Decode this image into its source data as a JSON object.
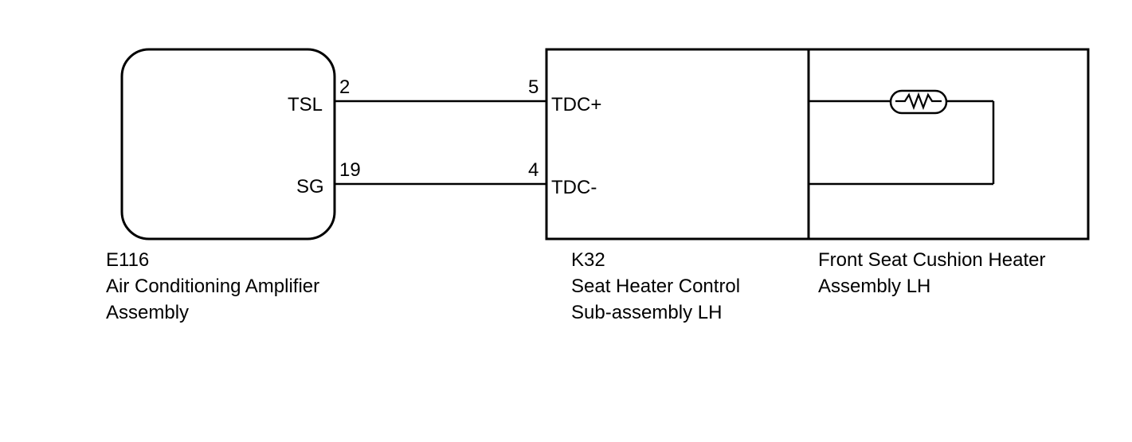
{
  "components": {
    "amplifier": {
      "code": "E116",
      "name_line1": "Air Conditioning Amplifier",
      "name_line2": "Assembly",
      "terminals": {
        "tsl": "TSL",
        "sg": "SG"
      }
    },
    "controller": {
      "code": "K32",
      "name_line1": "Seat Heater Control",
      "name_line2": "Sub-assembly LH",
      "terminals": {
        "tdc_plus": "TDC+",
        "tdc_minus": "TDC-"
      }
    },
    "heater": {
      "name_line1": "Front Seat Cushion Heater",
      "name_line2": "Assembly LH"
    }
  },
  "pins": {
    "amp_tsl": "2",
    "amp_sg": "19",
    "ctrl_tdc_plus": "5",
    "ctrl_tdc_minus": "4"
  },
  "colors": {
    "line": "#000000",
    "background": "#ffffff"
  }
}
